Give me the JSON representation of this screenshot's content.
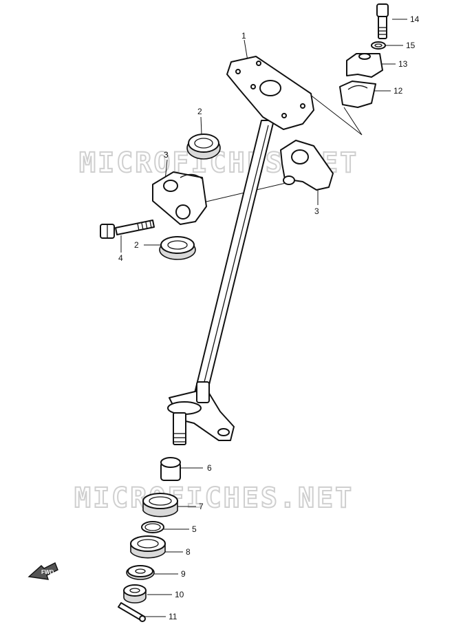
{
  "watermark": {
    "text": "MICROFICHES.NET"
  },
  "fwd_label": "FWD",
  "callouts": [
    {
      "id": "1",
      "label": "1"
    },
    {
      "id": "2a",
      "label": "2"
    },
    {
      "id": "2b",
      "label": "2"
    },
    {
      "id": "3a",
      "label": "3"
    },
    {
      "id": "3b",
      "label": "3"
    },
    {
      "id": "4",
      "label": "4"
    },
    {
      "id": "5",
      "label": "5"
    },
    {
      "id": "6",
      "label": "6"
    },
    {
      "id": "7",
      "label": "7"
    },
    {
      "id": "8",
      "label": "8"
    },
    {
      "id": "9",
      "label": "9"
    },
    {
      "id": "10",
      "label": "10"
    },
    {
      "id": "11",
      "label": "11"
    },
    {
      "id": "12",
      "label": "12"
    },
    {
      "id": "13",
      "label": "13"
    },
    {
      "id": "14",
      "label": "14"
    },
    {
      "id": "15",
      "label": "15"
    }
  ]
}
